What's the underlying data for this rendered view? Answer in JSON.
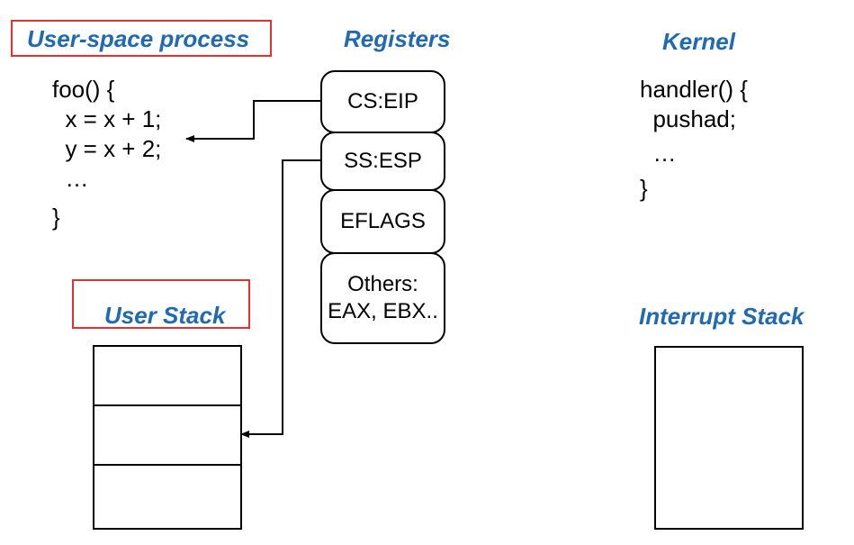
{
  "colors": {
    "heading": "#1f6ab3",
    "highlight_border": "#e53030",
    "line": "#000000"
  },
  "headings": {
    "user_process": "User-space process",
    "registers": "Registers",
    "kernel": "Kernel",
    "user_stack": "User Stack",
    "interrupt_stack": "Interrupt Stack"
  },
  "user_code": [
    "foo() {",
    "  x = x + 1;",
    "  y = x + 2;",
    "  …",
    "}"
  ],
  "kernel_code": [
    "handler() {",
    "  pushad;",
    "  …",
    "}"
  ],
  "registers": [
    "CS:EIP",
    "SS:ESP",
    "EFLAGS",
    "Others:\nEAX, EBX.."
  ]
}
